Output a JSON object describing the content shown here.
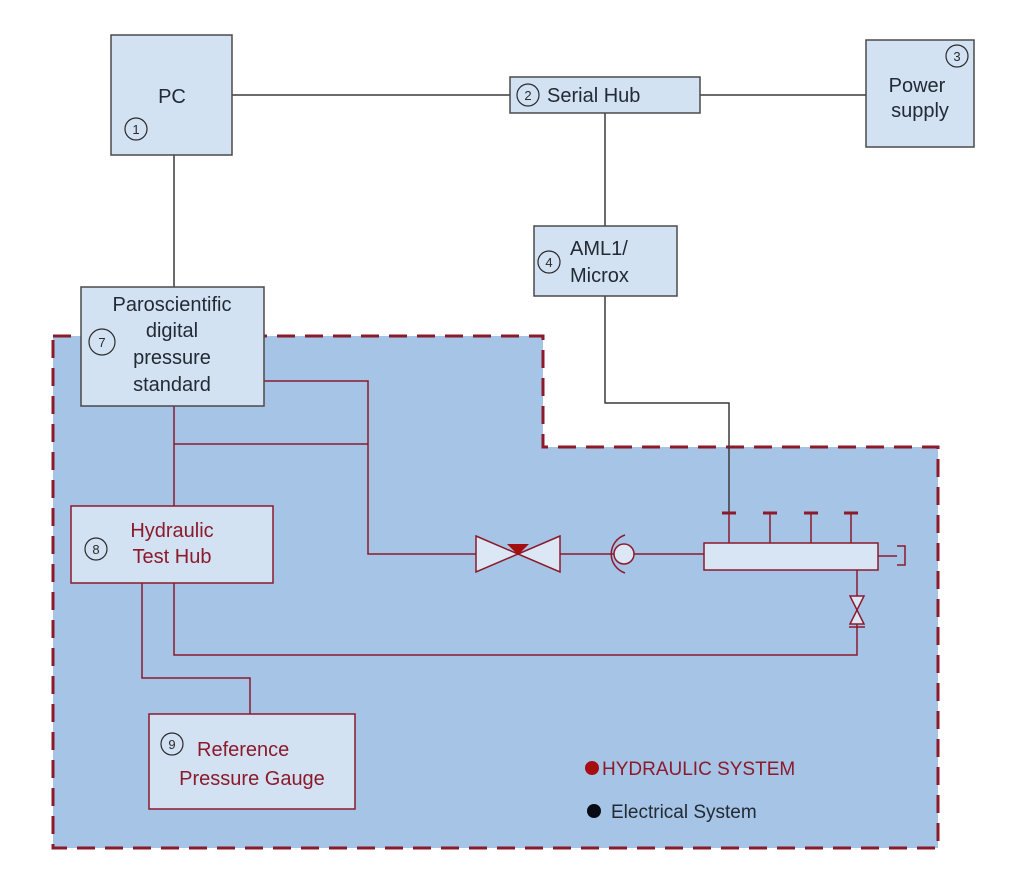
{
  "diagram": {
    "colors": {
      "hydraulic": "#8b1a2b",
      "electrical": "#3a3a3a",
      "region_fill": "#a6c4e6",
      "box_fill": "#d3e2f3",
      "valve_marker": "#a50e0e",
      "text_dark": "#222a33",
      "text_hydraulic": "#8b1a2b"
    },
    "nodes": {
      "pc": {
        "number": "1",
        "lines": [
          "PC"
        ]
      },
      "serial_hub": {
        "number": "2",
        "lines": [
          "Serial Hub"
        ]
      },
      "power_supply": {
        "number": "3",
        "lines": [
          "Power",
          "supply"
        ]
      },
      "aml_microx": {
        "number": "4",
        "lines": [
          "AML1/",
          "Microx"
        ]
      },
      "paroscientific": {
        "number": "7",
        "lines": [
          "Paroscientific",
          "digital",
          "pressure",
          "standard"
        ]
      },
      "hydraulic_test_hub": {
        "number": "8",
        "lines": [
          "Hydraulic",
          "Test Hub"
        ]
      },
      "reference_gauge": {
        "number": "9",
        "lines": [
          "Reference",
          "Pressure Gauge"
        ]
      }
    },
    "legend": [
      {
        "label": "HYDRAULIC SYSTEM",
        "color": "#a50e0e",
        "text_color": "#8b1a2b"
      },
      {
        "label": "Electrical System",
        "color": "#0a0a14",
        "text_color": "#222a33"
      }
    ]
  }
}
